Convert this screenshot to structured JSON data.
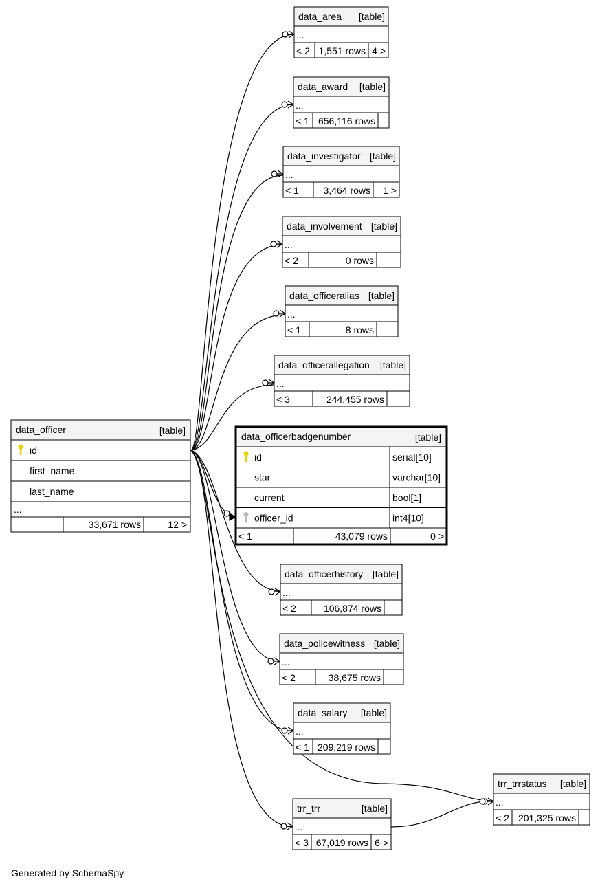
{
  "footer": "Generated by SchemaSpy",
  "table_tag": "[table]",
  "ellipsis": "...",
  "main_table": {
    "name": "data_officer",
    "columns": [
      "id",
      "first_name",
      "last_name"
    ],
    "footer": {
      "left": "",
      "mid": "33,671 rows",
      "right": "12 >"
    }
  },
  "focus_table": {
    "name": "data_officerbadgenumber",
    "columns": [
      {
        "name": "id",
        "type": "serial[10]",
        "key": "primary"
      },
      {
        "name": "star",
        "type": "varchar[10]",
        "key": ""
      },
      {
        "name": "current",
        "type": "bool[1]",
        "key": ""
      },
      {
        "name": "officer_id",
        "type": "int4[10]",
        "key": "foreign"
      }
    ],
    "footer": {
      "left": "< 1",
      "mid": "43,079 rows",
      "right": "0 >"
    }
  },
  "tables": [
    {
      "name": "data_area",
      "left": "< 2",
      "mid": "1,551 rows",
      "right": "4 >"
    },
    {
      "name": "data_award",
      "left": "< 1",
      "mid": "656,116 rows",
      "right": ""
    },
    {
      "name": "data_investigator",
      "left": "< 1",
      "mid": "3,464 rows",
      "right": "1 >"
    },
    {
      "name": "data_involvement",
      "left": "< 2",
      "mid": "0 rows",
      "right": ""
    },
    {
      "name": "data_officeralias",
      "left": "< 1",
      "mid": "8 rows",
      "right": ""
    },
    {
      "name": "data_officerallegation",
      "left": "< 3",
      "mid": "244,455 rows",
      "right": ""
    },
    {
      "name": "data_officerhistory",
      "left": "< 2",
      "mid": "106,874 rows",
      "right": ""
    },
    {
      "name": "data_policewitness",
      "left": "< 2",
      "mid": "38,675 rows",
      "right": ""
    },
    {
      "name": "data_salary",
      "left": "< 1",
      "mid": "209,219 rows",
      "right": ""
    },
    {
      "name": "trr_trr",
      "left": "< 3",
      "mid": "67,019 rows",
      "right": "6 >"
    },
    {
      "name": "trr_trrstatus",
      "left": "< 2",
      "mid": "201,325 rows",
      "right": ""
    }
  ],
  "colors": {
    "header_bg": "#f4f4f4",
    "line": "#000000",
    "primary_key": "#e6d200",
    "foreign_key": "#bbbbbb"
  }
}
